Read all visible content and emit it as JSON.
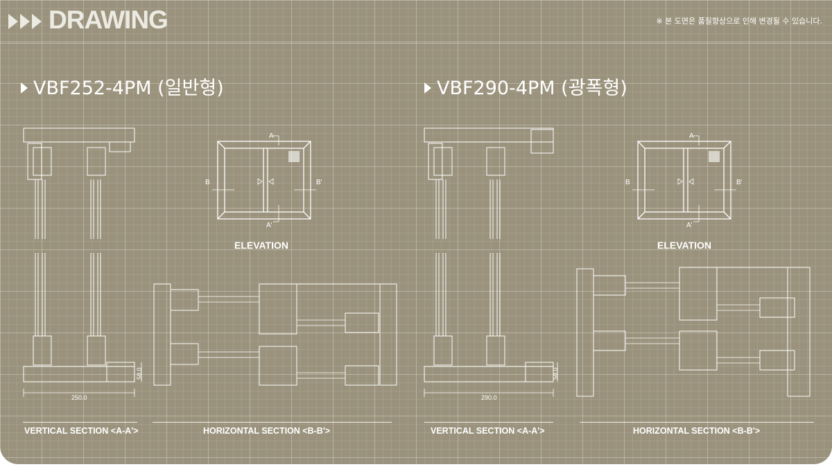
{
  "header": {
    "title": "DRAWING",
    "note": "※ 본 도면은 품질향상으로 인해 변경될 수 있습니다."
  },
  "models": [
    {
      "title": "VBF252-4PM (일반형)",
      "elevation_label": "ELEVATION",
      "vertical_section_label": "VERTICAL SECTION <A-A'>",
      "horizontal_section_label": "HORIZONTAL SECTION <B-B'>",
      "width_dim": "250.0",
      "height_dim": "58.0",
      "marks": {
        "a_top": "A",
        "a_bottom": "A'",
        "b_left": "B",
        "b_right": "B'"
      }
    },
    {
      "title": "VBF290-4PM (광폭형)",
      "elevation_label": "ELEVATION",
      "vertical_section_label": "VERTICAL SECTION <A-A'>",
      "horizontal_section_label": "HORIZONTAL SECTION <B-B'>",
      "width_dim": "290.0",
      "height_dim": "58.0",
      "marks": {
        "a_top": "A",
        "a_bottom": "A'",
        "b_left": "B",
        "b_right": "B'"
      }
    }
  ],
  "colors": {
    "background": "#9a927c",
    "line": "#ffffff"
  }
}
